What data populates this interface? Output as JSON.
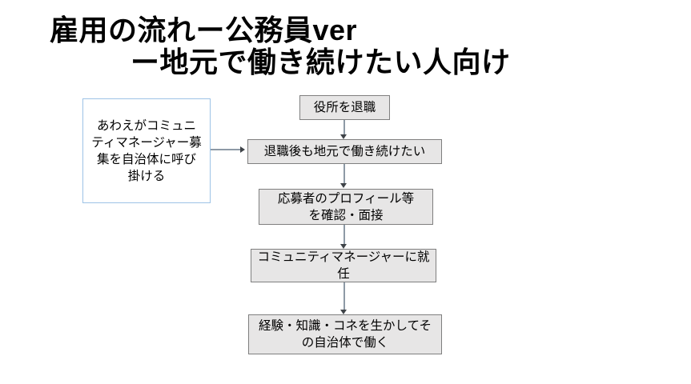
{
  "slide": {
    "title_line1": "雇用の流れー公務員ver",
    "title_line2": "ー地元で働き続けたい人向け"
  },
  "flowchart": {
    "side_note": {
      "text": "あわえがコミュニ\nティマネージャー募\n集を自治体に呼び\n掛ける"
    },
    "steps": [
      {
        "text": "役所を退職"
      },
      {
        "text": "退職後も地元で働き続けたい"
      },
      {
        "text": "応募者のプロフィール等\nを確認・面接"
      },
      {
        "text": "コミュニティマネージャーに就\n任"
      },
      {
        "text": "経験・知識・コネを生かしてそ\nの自治体で働く"
      }
    ]
  },
  "colors": {
    "background": "#ffffff",
    "box_fill": "#e7e6e6",
    "box_border": "#7f7f7f",
    "note_fill": "#ffffff",
    "note_border": "#9dc3e6",
    "connector": "#8e9aa6",
    "arrowhead": "#3f4348",
    "text": "#000000"
  }
}
